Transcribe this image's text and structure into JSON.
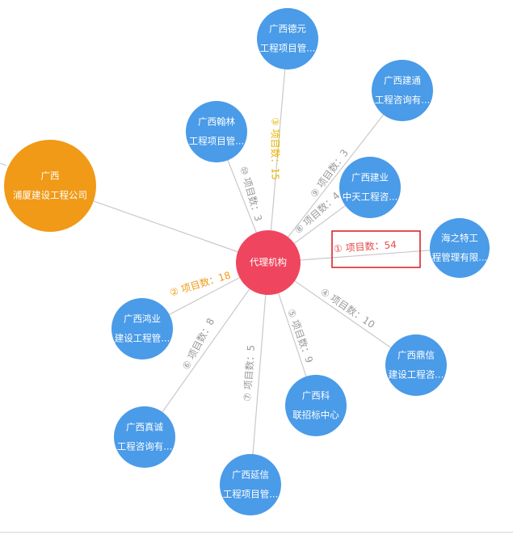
{
  "center": {
    "label": "代理机构",
    "color": "#f0455e"
  },
  "nodes": [
    {
      "id": "n1",
      "lines": [
        "海之特工",
        "程管理有限..."
      ],
      "color": "#4a9be8",
      "edge_label": "① 项目数：54",
      "label_color": "#e84a4a"
    },
    {
      "id": "n2",
      "lines": [
        "广西",
        "浦厦建设工程公司"
      ],
      "color": "#f09a18",
      "edge_label": "② 项目数：18",
      "label_color": "#f09a18"
    },
    {
      "id": "n3",
      "lines": [
        "广西德元",
        "工程项目管..."
      ],
      "color": "#4a9be8",
      "edge_label": "③ 项目数：15",
      "label_color": "#e8b400"
    },
    {
      "id": "n4",
      "lines": [
        "广西鼎信",
        "建设工程咨..."
      ],
      "color": "#4a9be8",
      "edge_label": "④ 项目数：10",
      "label_color": "#9a9a9a"
    },
    {
      "id": "n5",
      "lines": [
        "广西科",
        "联招标中心"
      ],
      "color": "#4a9be8",
      "edge_label": "⑤ 项目数：9",
      "label_color": "#9a9a9a"
    },
    {
      "id": "n6",
      "lines": [
        "广西真诚",
        "工程咨询有..."
      ],
      "color": "#4a9be8",
      "edge_label": "⑥ 项目数：8",
      "label_color": "#9a9a9a"
    },
    {
      "id": "n7",
      "lines": [
        "广西延信",
        "工程项目管..."
      ],
      "color": "#4a9be8",
      "edge_label": "⑦ 项目数：5",
      "label_color": "#9a9a9a"
    },
    {
      "id": "n8",
      "lines": [
        "广西建业",
        "中天工程咨..."
      ],
      "color": "#4a9be8",
      "edge_label": "⑧ 项目数：4",
      "label_color": "#9a9a9a"
    },
    {
      "id": "n9",
      "lines": [
        "广西建通",
        "工程咨询有..."
      ],
      "color": "#4a9be8",
      "edge_label": "⑨ 项目数：3",
      "label_color": "#9a9a9a"
    },
    {
      "id": "n10",
      "lines": [
        "广西翰林",
        "工程项目管..."
      ],
      "color": "#4a9be8",
      "edge_label": "⑩ 项目数：3",
      "label_color": "#9a9a9a"
    },
    {
      "id": "n11",
      "lines": [
        "广西鸿业",
        "建设工程管..."
      ],
      "color": "#4a9be8",
      "edge_label": "",
      "label_color": "#9a9a9a"
    }
  ],
  "highlight_color": "#d9262c"
}
